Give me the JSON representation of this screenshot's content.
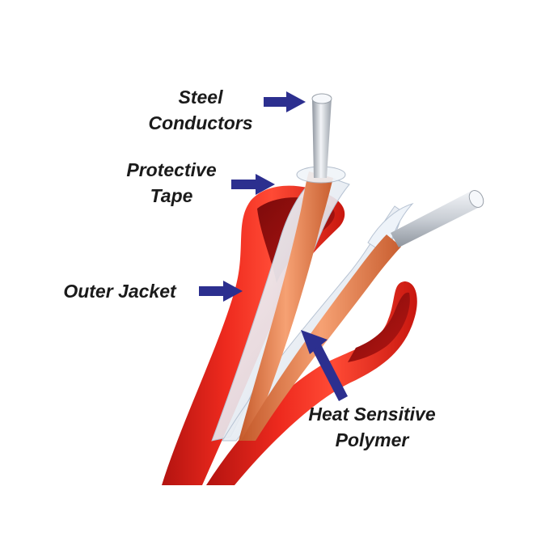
{
  "labels": {
    "steel_conductors": {
      "line1": "Steel",
      "line2": "Conductors"
    },
    "protective_tape": {
      "line1": "Protective",
      "line2": "Tape"
    },
    "outer_jacket": {
      "line1": "Outer Jacket"
    },
    "heat_sensitive_polymer": {
      "line1": "Heat Sensitive",
      "line2": "Polymer"
    }
  },
  "colors": {
    "jacket": "#e41e16",
    "jacket_dark": "#9e1010",
    "copper_tape": "#e07a42",
    "film": "#dfe8f2",
    "steel": "#c4c9d0",
    "arrow": "#2c2f8f",
    "text": "#1a1a1a"
  }
}
